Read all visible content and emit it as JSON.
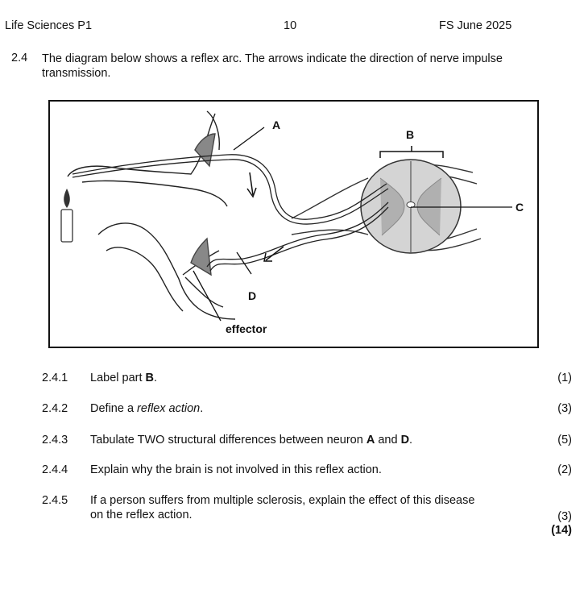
{
  "header": {
    "left": "Life Sciences P1",
    "page": "10",
    "right": "FS June 2025"
  },
  "question": {
    "number": "2.4",
    "text": "The diagram below shows a reflex arc. The arrows indicate the direction of nerve impulse transmission."
  },
  "diagram": {
    "labels": {
      "A": "A",
      "B": "B",
      "C": "C",
      "D": "D",
      "effector": "effector"
    }
  },
  "subquestions": [
    {
      "number": "2.4.1",
      "pre": "Label part ",
      "bold": "B",
      "post": ".",
      "marks": "(1)"
    },
    {
      "number": "2.4.2",
      "pre": "Define a ",
      "italic": "reflex action",
      "post": ".",
      "marks": "(3)"
    },
    {
      "number": "2.4.3",
      "pre": "Tabulate TWO structural differences between neuron ",
      "bold": "A",
      "mid": " and ",
      "bold2": "D",
      "post": ".",
      "marks": "(5)"
    },
    {
      "number": "2.4.4",
      "pre": "Explain why the brain is not involved in this reflex action.",
      "marks": "(2)"
    },
    {
      "number": "2.4.5",
      "pre": "If a person suffers from multiple sclerosis, explain the effect of this disease on the reflex action.",
      "marks": "(3)"
    }
  ],
  "total_marks": "(14)"
}
